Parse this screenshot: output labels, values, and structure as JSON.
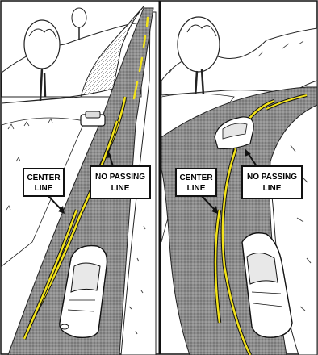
{
  "colors": {
    "line_yellow": "#f3e31b",
    "road_gray": "#9a9a9a",
    "ink": "#111111",
    "paper": "#ffffff"
  },
  "panels": [
    {
      "id": "straight-road",
      "labels": {
        "center_line": [
          "CENTER",
          "LINE"
        ],
        "no_passing_line": [
          "NO PASSING",
          "LINE"
        ]
      }
    },
    {
      "id": "curved-road",
      "labels": {
        "center_line": [
          "CENTER",
          "LINE"
        ],
        "no_passing_line": [
          "NO PASSING",
          "LINE"
        ]
      }
    }
  ]
}
